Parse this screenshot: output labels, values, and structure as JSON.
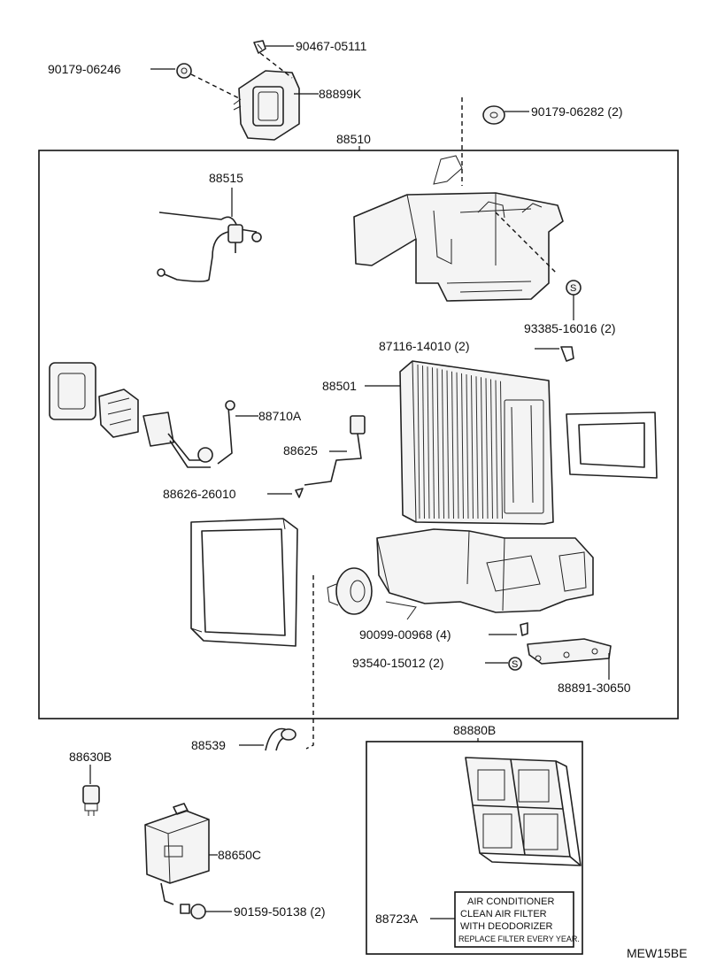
{
  "diagram_code": "MEW15BE",
  "assembly_label": "88510",
  "labels": {
    "p90467_05111": "90467-05111",
    "p90179_06246": "90179-06246",
    "p88899K": "88899K",
    "p90179_06282": "90179-06282 (2)",
    "p88515": "88515",
    "p93385_16016": "93385-16016 (2)",
    "p87116_14010": "87116-14010 (2)",
    "p88501": "88501",
    "p88710A": "88710A",
    "p88625": "88625",
    "p88626_26010": "88626-26010",
    "p90099_00968": "90099-00968 (4)",
    "p93540_15012": "93540-15012 (2)",
    "p88891_30650": "88891-30650",
    "p88539": "88539",
    "p88630B": "88630B",
    "p88650C": "88650C",
    "p90159_50138": "90159-50138 (2)",
    "p88880B": "88880B",
    "p88723A": "88723A"
  },
  "caution_label": {
    "line1": "AIR CONDITIONER",
    "line2": "CLEAN AIR FILTER",
    "line3": "WITH DEODORIZER",
    "line4": "REPLACE FILTER EVERY YEAR."
  }
}
